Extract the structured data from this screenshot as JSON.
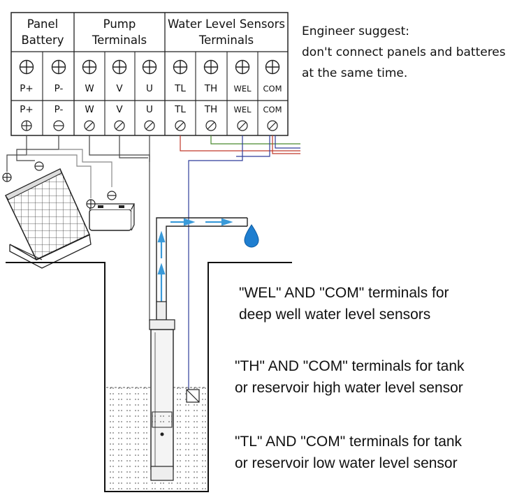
{
  "header": {
    "panel_battery": [
      "Panel",
      "Battery"
    ],
    "pump_terminals": [
      "Pump",
      "Terminals"
    ],
    "sensor_terminals": [
      "Water Level Sensors",
      "Terminals"
    ]
  },
  "terminals": [
    "P+",
    "P-",
    "W",
    "V",
    "U",
    "TL",
    "TH",
    "WEL",
    "COM"
  ],
  "note": {
    "line1": "Engineer suggest:",
    "line2": "don't connect panels and batteres",
    "line3": "at the same time."
  },
  "descriptions": {
    "wel": [
      "\"WEL\" AND \"COM\" terminals for",
      "deep well water level sensors"
    ],
    "th": [
      "\"TH\" AND \"COM\" terminals for tank",
      "or reservoir high water level sensor"
    ],
    "tl": [
      "\"TL\" AND \"COM\" terminals for tank",
      "or reservoir low water level sensor"
    ]
  },
  "colors": {
    "wire_red": "#c0392b",
    "wire_green": "#4a8a2e",
    "wire_blue": "#2e3c9a",
    "water_flow": "#3a9ad9",
    "line": "#222222"
  }
}
